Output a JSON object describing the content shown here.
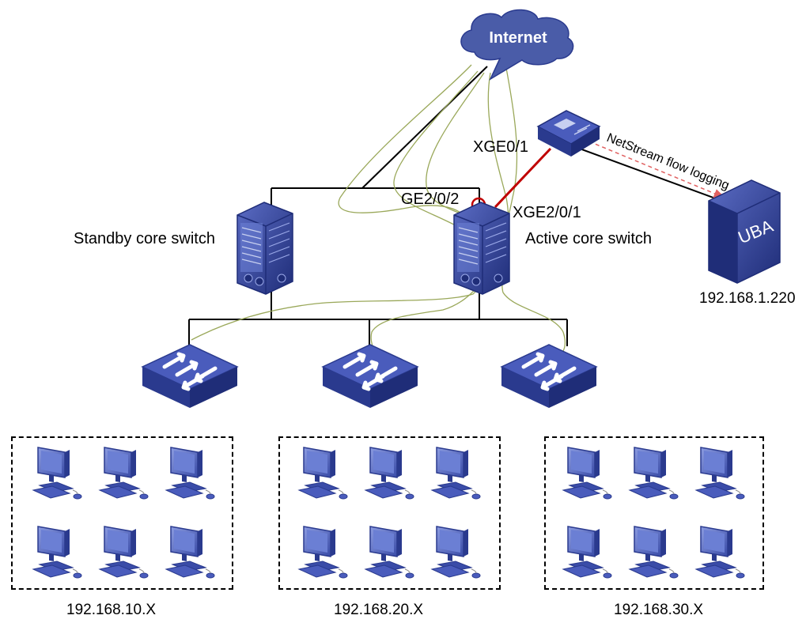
{
  "internet": {
    "label": "Internet"
  },
  "devices": {
    "standby_core": {
      "label": "Standby core switch"
    },
    "active_core": {
      "label": "Active core switch"
    },
    "probe": {
      "port_label": "XGE0/1"
    },
    "uba": {
      "label": "UBA",
      "ip": "192.168.1.220"
    }
  },
  "ports": {
    "ge": "GE2/0/2",
    "xge": "XGE2/0/1"
  },
  "flow": {
    "label": "NetStream flow logging"
  },
  "subnets": [
    {
      "label": "192.168.10.X"
    },
    {
      "label": "192.168.20.X"
    },
    {
      "label": "192.168.30.X"
    }
  ],
  "colors": {
    "device_blue": "#2a3a8e",
    "cloud_blue": "#4a5ca8",
    "link_red": "#c00000",
    "traffic_green": "#9aa85a",
    "flow_dash": "#e06060"
  }
}
